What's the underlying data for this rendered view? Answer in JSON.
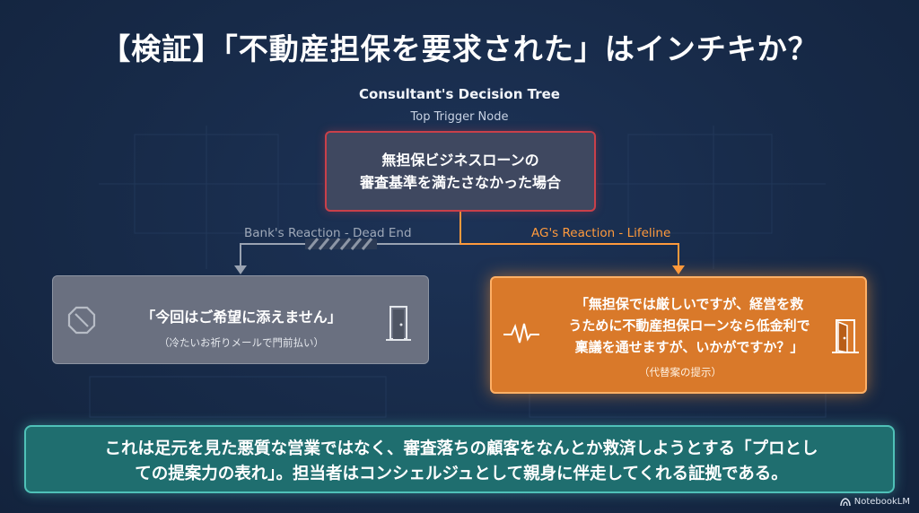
{
  "title": "【検証】「不動産担保を要求された」はインチキか？",
  "subtitle": "Consultant's Decision Tree",
  "trigger_label": "Top Trigger Node",
  "top_node": {
    "line1": "無担保ビジネスローンの",
    "line2": "審査基準を満たさなかった場合"
  },
  "branches": {
    "bank": {
      "label": "Bank's Reaction - Dead End",
      "quote": "「今回はご希望に添えません」",
      "note": "（冷たいお祈りメールで門前払い）",
      "color": "#9ea8b8"
    },
    "ag": {
      "label": "AG's Reaction - Lifeline",
      "line1": "「無担保では厳しいですが、経営を救",
      "line2": "うために不動産担保ローンなら低金利で",
      "line3": "稟議を通せますが、いかがですか？」",
      "note": "（代替案の提示）",
      "color": "#ff9a3c"
    }
  },
  "conclusion": {
    "line1": "これは足元を見た悪質な営業ではなく、審査落ちの顧客をなんとか救済しようとする「プロとし",
    "line2": "ての提案力の表れ」。担当者はコンシェルジュとして親身に伴走してくれる証拠である。"
  },
  "brand": "NotebookLM",
  "icons": {
    "bank_left": "prohibited-icon",
    "bank_right": "door-closed-icon",
    "ag_left": "heartbeat-icon",
    "ag_right": "door-open-icon"
  },
  "colors": {
    "background": "#172a48",
    "top_border": "#c9404a",
    "ag_fill": "#d9792a",
    "conclusion_fill": "#1f6e6f"
  }
}
